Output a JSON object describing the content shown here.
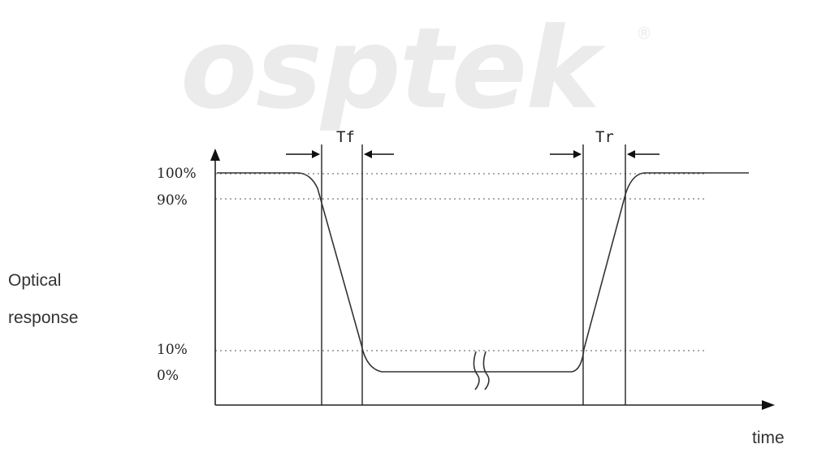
{
  "watermark": {
    "text": "osptek",
    "mark": "®"
  },
  "y_axis_label": {
    "line1": "Optical",
    "line2": "response"
  },
  "x_axis_label": "time",
  "levels": {
    "l100": "100%",
    "l90": "90%",
    "l10": "10%",
    "l0": "0%"
  },
  "intervals": {
    "fall": "Tf",
    "rise": "Tr"
  },
  "colors": {
    "watermark": "#ebebeb",
    "lines": "#222222"
  }
}
